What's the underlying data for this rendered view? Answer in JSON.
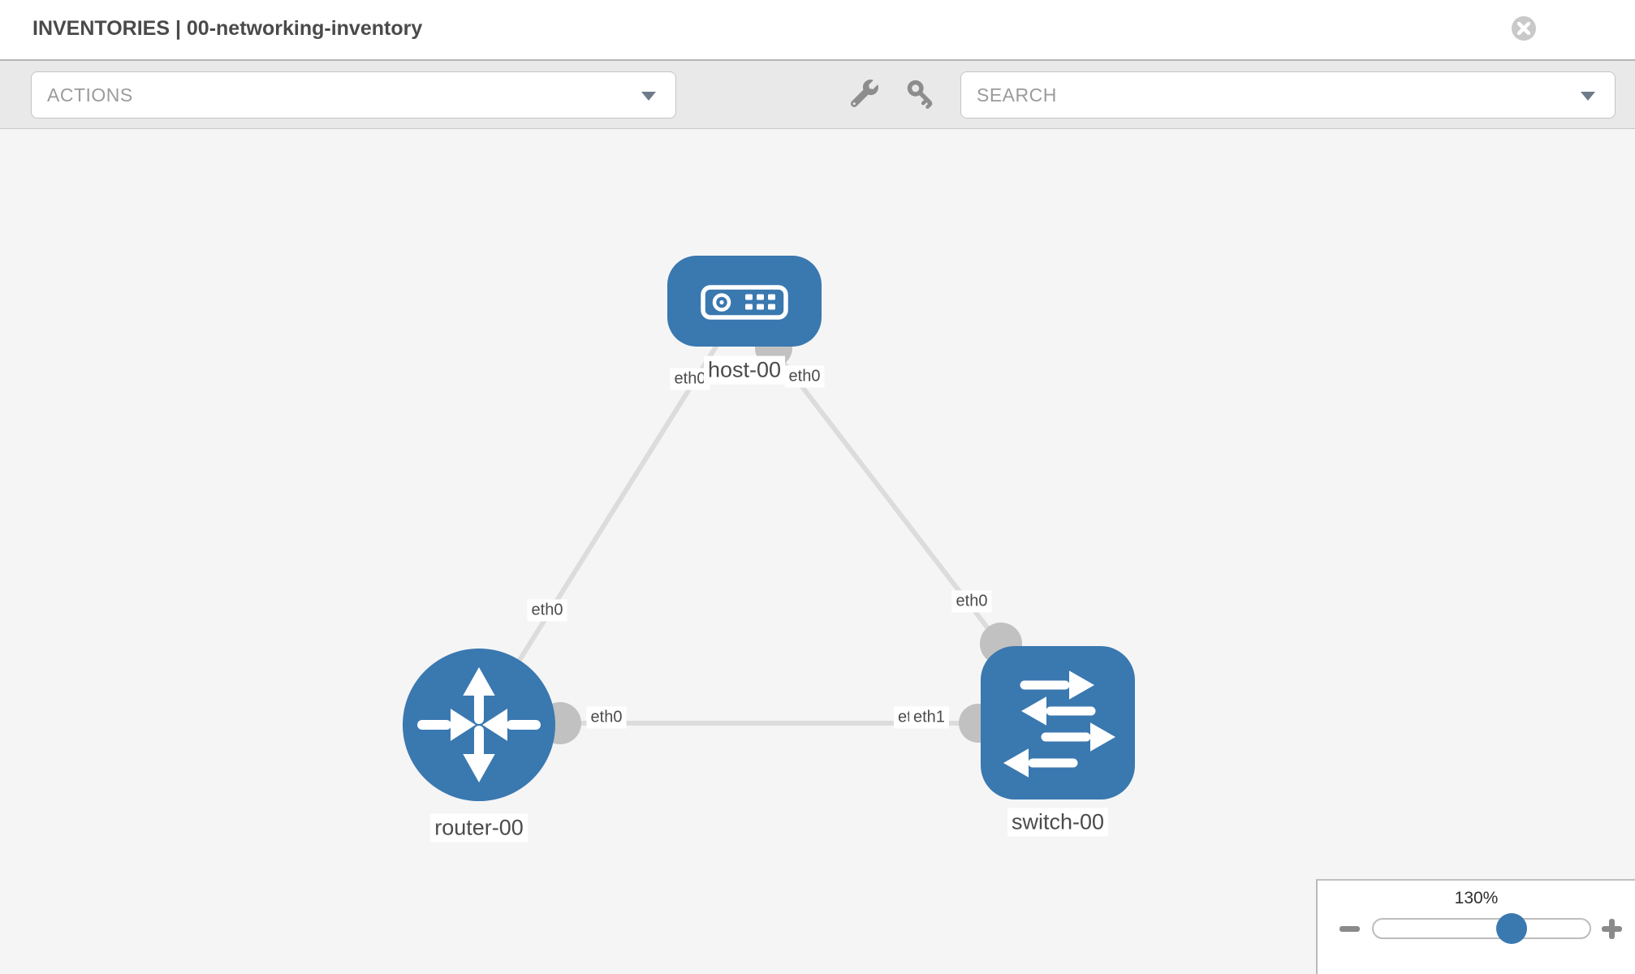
{
  "header": {
    "title": "INVENTORIES | 00-networking-inventory"
  },
  "toolbar": {
    "actions_label": "ACTIONS",
    "search_label": "SEARCH",
    "icons": [
      "wrench-icon",
      "key-icon",
      "chevron-down-icon"
    ]
  },
  "topology": {
    "nodes": [
      {
        "label": "host-00",
        "type": "host"
      },
      {
        "label": "router-00",
        "type": "router"
      },
      {
        "label": "switch-00",
        "type": "switch"
      }
    ],
    "interfaces": {
      "host_left": "eth0",
      "host_right": "eth0",
      "router_top": "eth0",
      "router_right": "eth0",
      "switch_top": "eth0",
      "switch_left_back": "eth0",
      "switch_left_front": "eth1"
    },
    "links": [
      {
        "from": "host-00",
        "from_interface": "eth0",
        "to": "router-00",
        "to_interface": "eth0"
      },
      {
        "from": "host-00",
        "from_interface": "eth0",
        "to": "switch-00",
        "to_interface": "eth0"
      },
      {
        "from": "router-00",
        "from_interface": "eth0",
        "to": "switch-00",
        "to_interface": "eth1"
      }
    ]
  },
  "zoom_control": {
    "level": "130%"
  },
  "colors": {
    "node_blue": "#3a78b0",
    "link_gray": "#dcdcdc",
    "connector_gray": "#c1c1c1",
    "toolbar_bg": "#e9e9e9",
    "canvas_bg": "#f5f5f5"
  }
}
